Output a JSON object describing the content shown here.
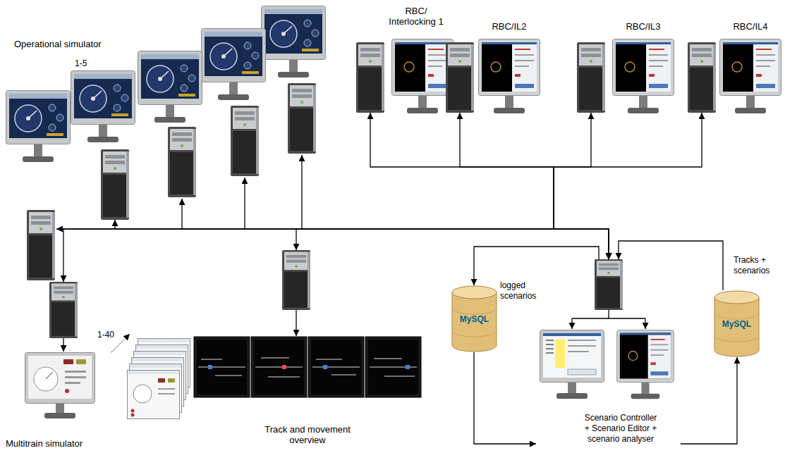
{
  "diagram": {
    "nodes": [
      {
        "text": [
          "Operational simulator",
          "1-5"
        ]
      },
      {
        "text": [
          "RBC/ Interlocking 1"
        ]
      },
      {
        "text": [
          "RBC/IL2"
        ]
      },
      {
        "text": [
          "RBC/IL3"
        ]
      },
      {
        "text": [
          "RBC/IL4"
        ]
      },
      {
        "text": [
          "1-40",
          "Multitrain simulator"
        ]
      },
      {
        "text": [
          "Track and movement overview"
        ]
      },
      {
        "text": [
          "logged scenarios",
          "MySQL"
        ]
      },
      {
        "text": [
          "Scenario Controller + Scenario Editor + scenario analyser"
        ]
      },
      {
        "text": [
          "Tracks + scenarios",
          "MySQL"
        ]
      }
    ],
    "edges": [
      {
        "from": 8,
        "to": 0,
        "arrow": "both"
      },
      {
        "from": 8,
        "to": 1,
        "arrow": "both"
      },
      {
        "from": 8,
        "to": 2,
        "arrow": "both"
      },
      {
        "from": 8,
        "to": 3,
        "arrow": "both"
      },
      {
        "from": 8,
        "to": 4,
        "arrow": "both"
      },
      {
        "from": 8,
        "to": 5,
        "arrow": "both"
      },
      {
        "from": 8,
        "to": 6,
        "arrow": "both"
      },
      {
        "from": 8,
        "to": 7,
        "arrow": "to"
      },
      {
        "from": 9,
        "to": 8,
        "arrow": "to"
      },
      {
        "from": 7,
        "to": 8,
        "arrow": "to"
      },
      {
        "from": 8,
        "to": 9,
        "arrow": "to"
      }
    ]
  }
}
